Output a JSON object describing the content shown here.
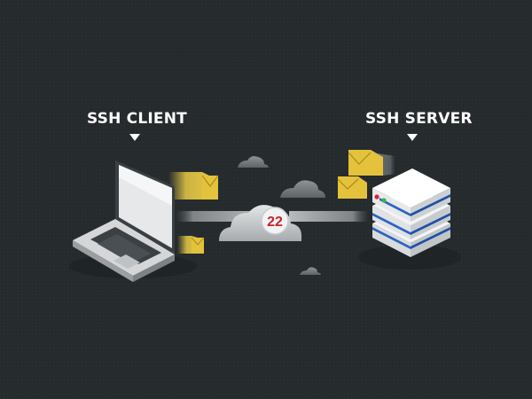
{
  "client": {
    "label": "SSH CLIENT"
  },
  "server": {
    "label": "SSH SERVER"
  },
  "connection": {
    "port": "22"
  },
  "colors": {
    "background": "#262b2e",
    "envelope": "#e3c23f",
    "port_text": "#c8232c",
    "server_stripe": "#2a62c4",
    "light_red": "#d9262b",
    "light_green": "#39b54a"
  }
}
